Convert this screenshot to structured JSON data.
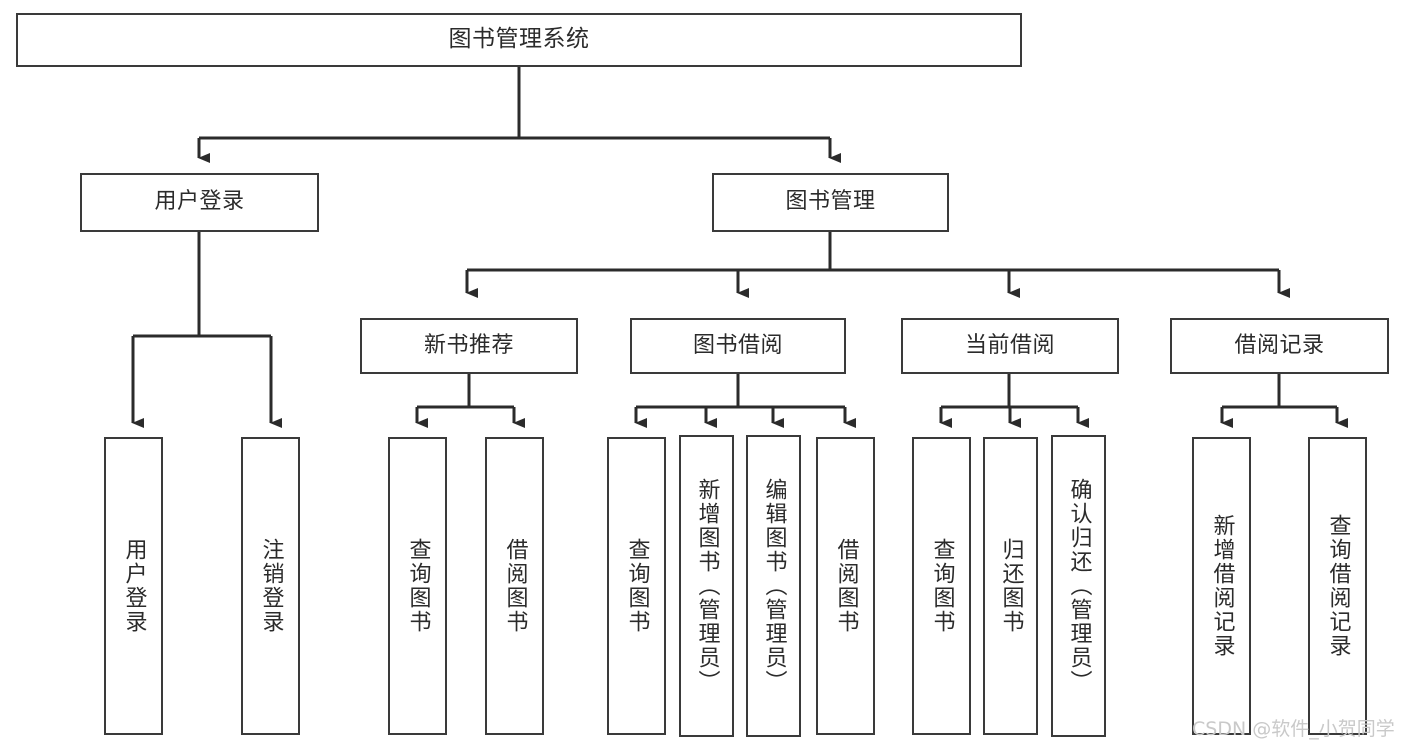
{
  "diagram": {
    "title": "图书管理系统",
    "type": "tree-hierarchy",
    "watermark": "CSDN @软件_小贺同学",
    "colors": {
      "border": "#3a3a3a",
      "text": "#2b2b2b",
      "background": "#ffffff",
      "watermark": "#c9c9c9"
    }
  },
  "nodes": {
    "root": {
      "label": "图书管理系统"
    },
    "level2": [
      {
        "label": "用户登录"
      },
      {
        "label": "图书管理"
      }
    ],
    "level3": [
      {
        "label": "新书推荐"
      },
      {
        "label": "图书借阅"
      },
      {
        "label": "当前借阅"
      },
      {
        "label": "借阅记录"
      }
    ],
    "leaves": {
      "user_login": [
        {
          "label": "用户登录"
        },
        {
          "label": "注销登录"
        }
      ],
      "new_book_recommend": [
        {
          "label": "查询图书"
        },
        {
          "label": "借阅图书"
        }
      ],
      "book_borrow": [
        {
          "label": "查询图书"
        },
        {
          "label": "新增图书（管理员）"
        },
        {
          "label": "编辑图书（管理员）"
        },
        {
          "label": "借阅图书"
        }
      ],
      "current_borrow": [
        {
          "label": "查询图书"
        },
        {
          "label": "归还图书"
        },
        {
          "label": "确认归还（管理员）"
        }
      ],
      "borrow_record": [
        {
          "label": "新增借阅记录"
        },
        {
          "label": "查询借阅记录"
        }
      ]
    }
  }
}
